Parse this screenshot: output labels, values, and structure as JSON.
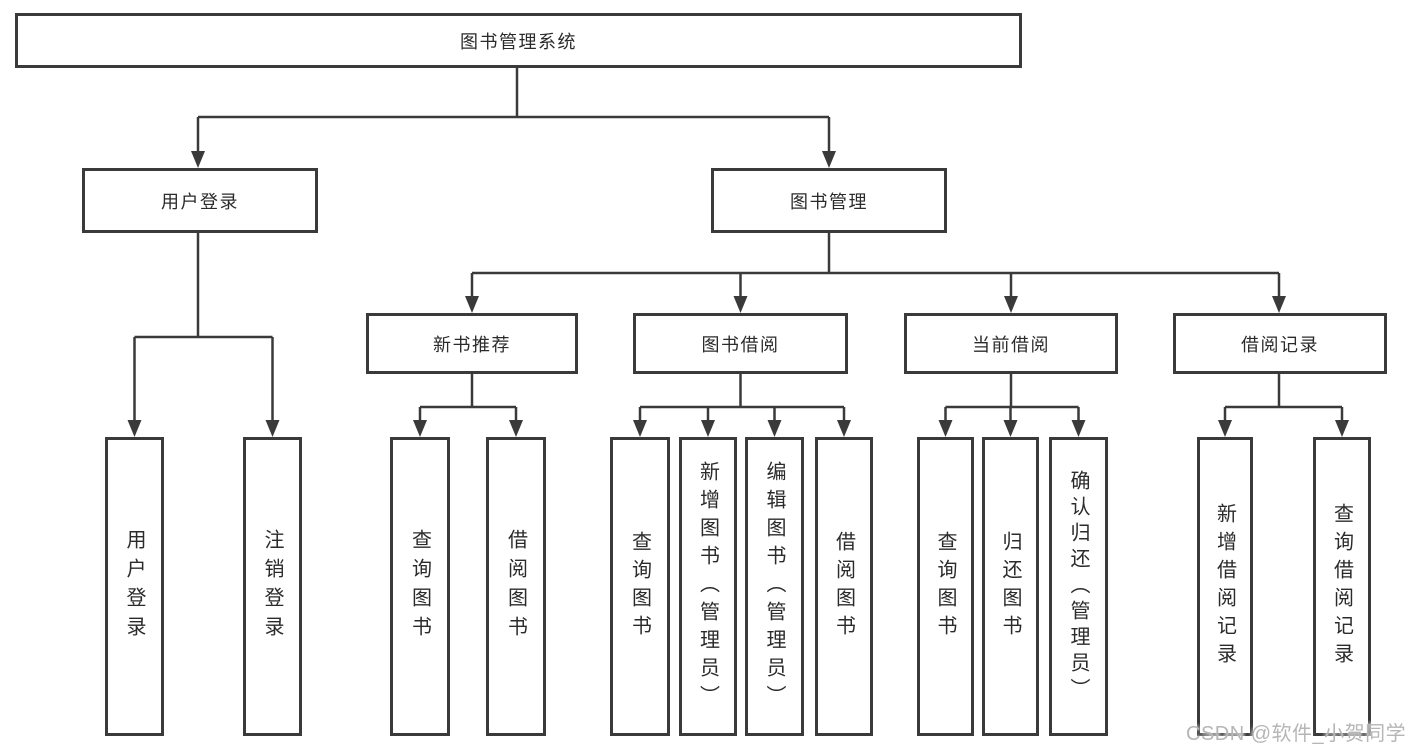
{
  "tree": {
    "root": {
      "label": "图书管理系统",
      "children": [
        {
          "label": "用户登录",
          "children": [
            {
              "label": "用户登录"
            },
            {
              "label": "注销登录"
            }
          ]
        },
        {
          "label": "图书管理",
          "children": [
            {
              "label": "新书推荐",
              "children": [
                {
                  "label": "查询图书"
                },
                {
                  "label": "借阅图书"
                }
              ]
            },
            {
              "label": "图书借阅",
              "children": [
                {
                  "label": "查询图书"
                },
                {
                  "label": "新增图书（管理员）"
                },
                {
                  "label": "编辑图书（管理员）"
                },
                {
                  "label": "借阅图书"
                }
              ]
            },
            {
              "label": "当前借阅",
              "children": [
                {
                  "label": "查询图书"
                },
                {
                  "label": "归还图书"
                },
                {
                  "label": "确认归还（管理员）"
                }
              ]
            },
            {
              "label": "借阅记录",
              "children": [
                {
                  "label": "新增借阅记录"
                },
                {
                  "label": "查询借阅记录"
                }
              ]
            }
          ]
        }
      ]
    }
  },
  "watermark": {
    "text": "CSDN @软件_小贺同学"
  },
  "colors": {
    "box_border": "#3a3a3a",
    "connector": "#3a3a3a",
    "text": "#2b2b2b",
    "watermark": "#b6b6b6",
    "background": "#ffffff"
  }
}
